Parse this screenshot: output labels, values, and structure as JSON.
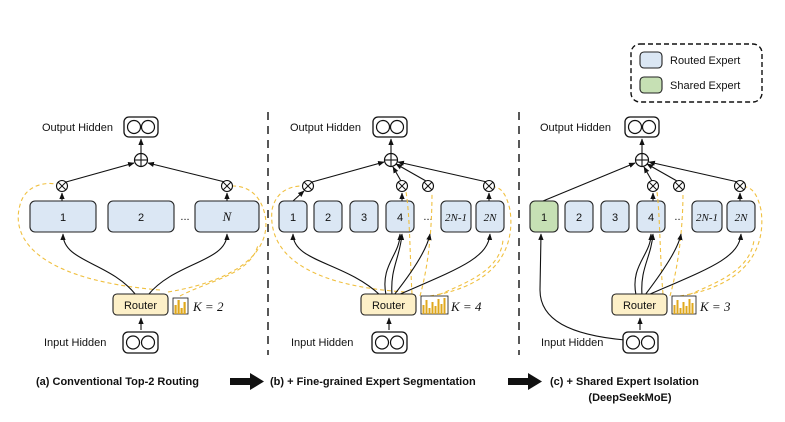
{
  "legend": {
    "routed_label": "Routed Expert",
    "shared_label": "Shared Expert",
    "routed_color": "#dbe7f4",
    "shared_color": "#c6e0b4"
  },
  "panel_a": {
    "output_label": "Output Hidden",
    "input_label": "Input Hidden",
    "router_label": "Router",
    "k_label": "K = 2",
    "experts": [
      "1",
      "2",
      "...",
      "N"
    ],
    "caption": "(a) Conventional Top-2 Routing"
  },
  "panel_b": {
    "output_label": "Output Hidden",
    "input_label": "Input Hidden",
    "router_label": "Router",
    "k_label": "K = 4",
    "experts": [
      "1",
      "2",
      "3",
      "4",
      "...",
      "2N-1",
      "2N"
    ],
    "caption": "(b) + Fine-grained Expert Segmentation"
  },
  "panel_c": {
    "output_label": "Output Hidden",
    "input_label": "Input Hidden",
    "router_label": "Router",
    "k_label": "K = 3",
    "experts": [
      "1",
      "2",
      "3",
      "4",
      "...",
      "2N-1",
      "2N"
    ],
    "caption": "(c) + Shared Expert Isolation",
    "caption_sub": "(DeepSeekMoE)"
  },
  "colors": {
    "router_fill": "#fdf0c8",
    "dashed_line": "#f0c040"
  }
}
